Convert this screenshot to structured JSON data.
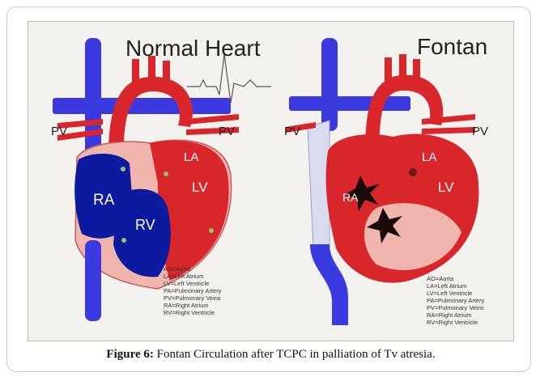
{
  "figure": {
    "left_panel": {
      "title": "Normal Heart",
      "labels": {
        "pv_left": "PV",
        "pv_right": "PV",
        "la": "LA",
        "lv": "LV",
        "ra": "RA",
        "rv": "RV"
      },
      "legend": [
        "AO=Aorta",
        "LA=Left Atrium",
        "LV=Left Ventricle",
        "PA=Pulmonary Artery",
        "PV=Pulmonary Veins",
        "RA=Right Atrium",
        "RV=Right Ventricle"
      ]
    },
    "right_panel": {
      "title": "Fontan",
      "labels": {
        "pv_left": "PV",
        "pv_right": "PV",
        "la": "LA",
        "lv": "LV",
        "ra": "RA"
      },
      "legend": [
        "AO=Aorta",
        "LA=Left Atrium",
        "LV=Left Ventricle",
        "PA=Pulmonary Artery",
        "PV=Pulmonary Veins",
        "RA=Right Atrium",
        "RV=Right Ventricle"
      ]
    },
    "colors": {
      "venous": "#3a3ae0",
      "arterial": "#d8262b",
      "chamber_blue": "#0c1aa0",
      "pale": "#f0b5ad"
    }
  },
  "caption": {
    "label": "Figure 6:",
    "text": " Fontan Circulation after TCPC in palliation of Tv atresia."
  }
}
